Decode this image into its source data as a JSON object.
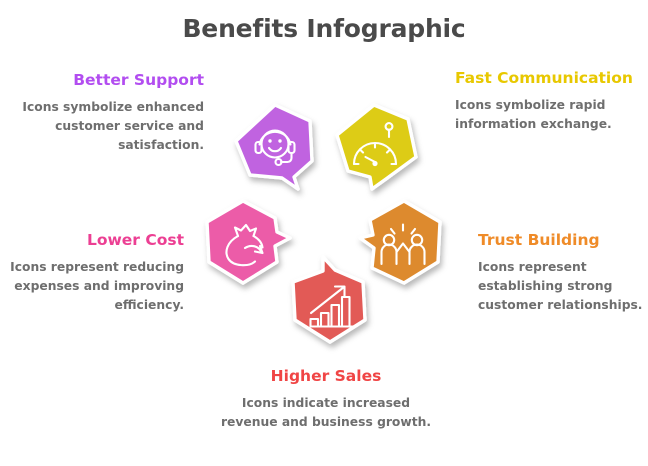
{
  "page": {
    "title": "Benefits Infographic",
    "background": "#ffffff",
    "title_color": "#4a4a4a",
    "body_text_color": "#6e6e6e"
  },
  "benefits": [
    {
      "id": "better-support",
      "heading": "Better Support",
      "body": "Icons symbolize enhanced customer service and satisfaction.",
      "heading_color": "#b24df0",
      "badge_color": "#c064e0",
      "icon": "headset-smiley-icon",
      "position": "top-left"
    },
    {
      "id": "fast-communication",
      "heading": "Fast Communication",
      "body": "Icons symbolize rapid information exchange.",
      "heading_color": "#e8c800",
      "badge_color": "#ddcc18",
      "icon": "speedometer-icon",
      "position": "top-right"
    },
    {
      "id": "trust-building",
      "heading": "Trust Building",
      "body": "Icons represent establishing strong customer relationships.",
      "heading_color": "#ef8b28",
      "badge_color": "#dd8a2e",
      "icon": "people-highfive-icon",
      "position": "right"
    },
    {
      "id": "higher-sales",
      "heading": "Higher Sales",
      "body": "Icons indicate increased revenue and business growth.",
      "heading_color": "#f04545",
      "badge_color": "#e25a57",
      "icon": "bar-chart-growth-icon",
      "position": "bottom"
    },
    {
      "id": "lower-cost",
      "heading": "Lower Cost",
      "body": "Icons represent reducing expenses and improving efficiency.",
      "heading_color": "#ec3f93",
      "badge_color": "#ec5ca8",
      "icon": "money-bag-arrow-icon",
      "position": "left"
    }
  ]
}
